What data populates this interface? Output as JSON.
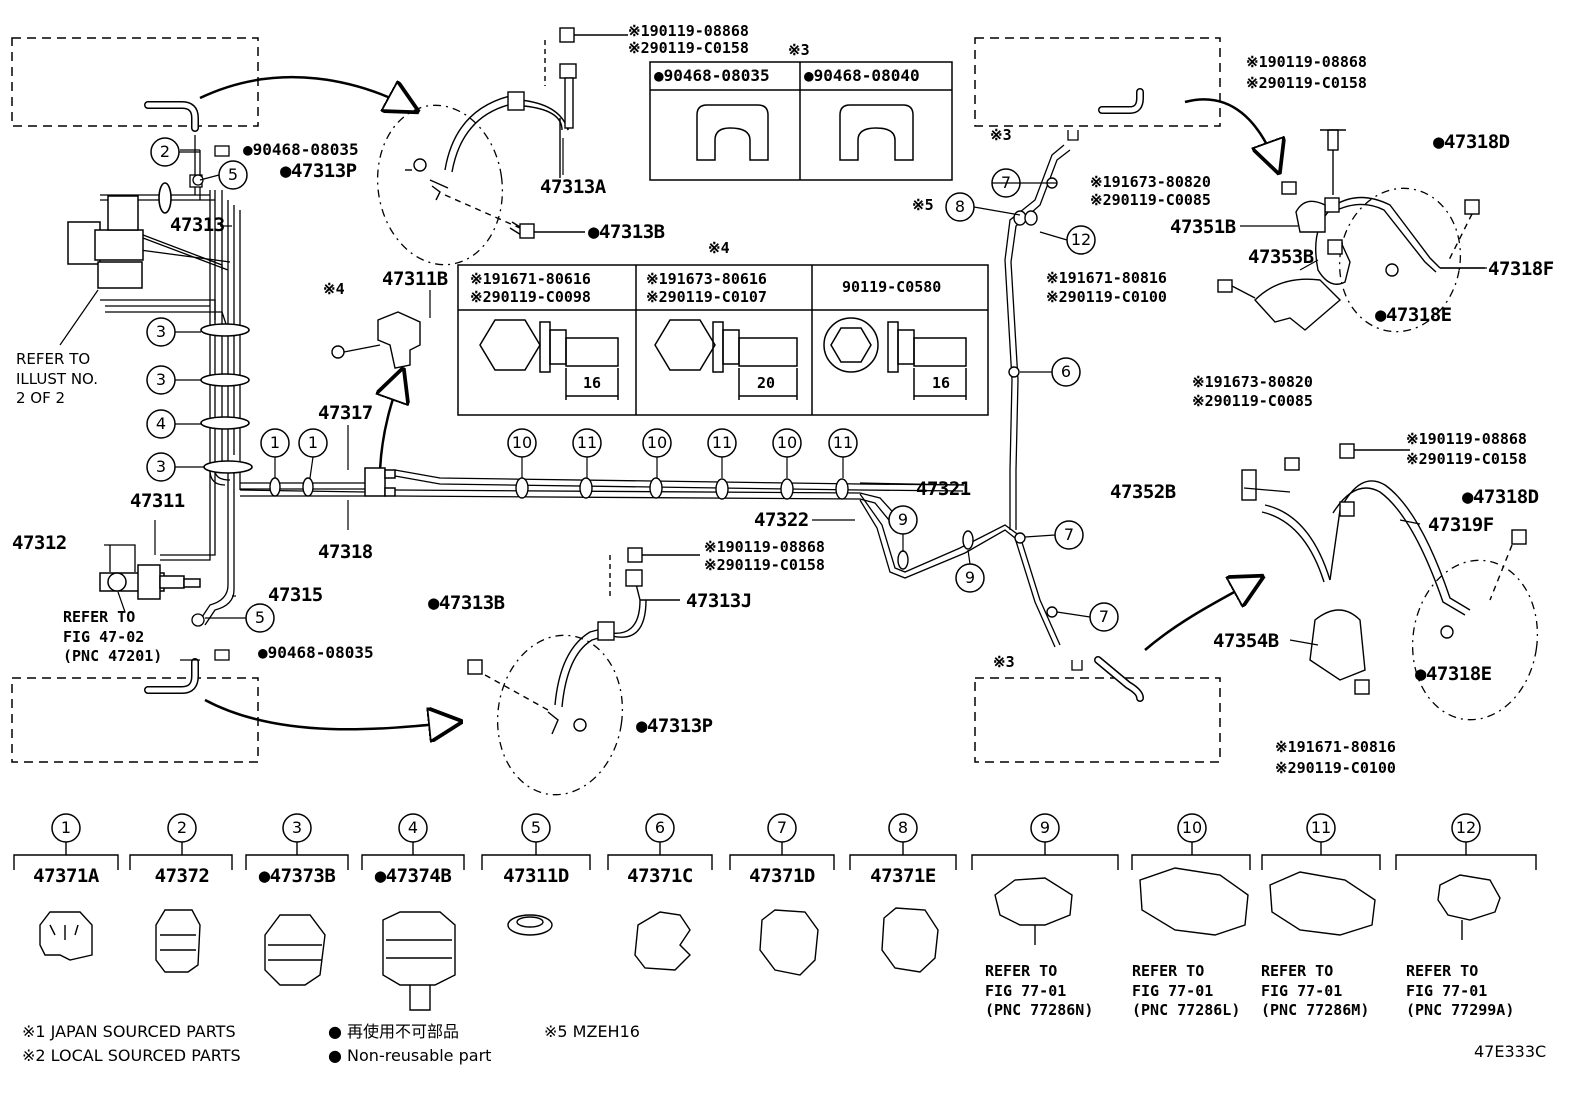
{
  "part_numbers": {
    "p47313": "47313",
    "p47313P_top": "●47313P",
    "p47313A": "47313A",
    "p47313B_top": "●47313B",
    "p47311B": "47311B",
    "p47317": "47317",
    "p47311": "47311",
    "p47312": "47312",
    "p47318": "47318",
    "p47315": "47315",
    "p47321": "47321",
    "p47322": "47322",
    "p47313B_bot": "●47313B",
    "p47313J": "47313J",
    "p47313P_bot": "●47313P",
    "p47351B": "47351B",
    "p47353B": "47353B",
    "p47318D_top": "●47318D",
    "p47318F": "47318F",
    "p47318E_top": "●47318E",
    "p47352B": "47352B",
    "p47319F": "47319F",
    "p47318D_bot": "●47318D",
    "p47354B": "47354B",
    "p47318E_bot": "●47318E",
    "clip_90468_top": "●90468-08035",
    "clip_90468_bot": "●90468-08035"
  },
  "bolt_callouts": {
    "tl_1": "※190119-08868",
    "tl_2": "※290119-C0158",
    "tr_1": "※190119-08868",
    "tr_2": "※290119-C0158",
    "r1_1": "※191673-80820",
    "r1_2": "※290119-C0085",
    "r2_1": "※191671-80816",
    "r2_2": "※290119-C0100",
    "r3_1": "※191673-80820",
    "r3_2": "※290119-C0085",
    "r4_1": "※190119-08868",
    "r4_2": "※290119-C0158",
    "r5_1": "※191671-80816",
    "r5_2": "※290119-C0100",
    "b1_1": "※190119-08868",
    "b1_2": "※290119-C0158"
  },
  "marks": {
    "x3_top": "※3",
    "x4_box": "※4",
    "x4_left": "※4",
    "x5": "※5",
    "x3_r_top": "※3",
    "x3_r_bot": "※3"
  },
  "clip_table": {
    "header_left": "●90468-08035",
    "header_right": "●90468-08040"
  },
  "bolt_table": {
    "col1_a": "※191671-80616",
    "col1_b": "※290119-C0098",
    "col2_a": "※191673-80616",
    "col2_b": "※290119-C0107",
    "col3": "90119-C0580",
    "dim1": "16",
    "dim2": "20",
    "dim3": "16"
  },
  "refer_notes": {
    "illust": "REFER TO\nILLUST NO.\n2 OF 2",
    "fig4702": "REFER TO\nFIG 47-02\n(PNC 47201)"
  },
  "diagram_numbers": {
    "n2": "2",
    "n5a": "5",
    "n3a": "3",
    "n3b": "3",
    "n4": "4",
    "n3c": "3",
    "n1a": "1",
    "n1b": "1",
    "n5b": "5",
    "n10a": "10",
    "n11a": "11",
    "n10b": "10",
    "n11b": "11",
    "n10c": "10",
    "n11c": "11",
    "n7a": "7",
    "n8": "8",
    "n12": "12",
    "n6": "6",
    "n9a": "9",
    "n9b": "9",
    "n7b": "7",
    "n7c": "7"
  },
  "legend_parts": [
    {
      "num": "1",
      "part": "47371A",
      "refer": ""
    },
    {
      "num": "2",
      "part": "47372",
      "refer": ""
    },
    {
      "num": "3",
      "part": "●47373B",
      "refer": ""
    },
    {
      "num": "4",
      "part": "●47374B",
      "refer": ""
    },
    {
      "num": "5",
      "part": "47311D",
      "refer": ""
    },
    {
      "num": "6",
      "part": "47371C",
      "refer": ""
    },
    {
      "num": "7",
      "part": "47371D",
      "refer": ""
    },
    {
      "num": "8",
      "part": "47371E",
      "refer": ""
    },
    {
      "num": "9",
      "part": "",
      "refer": "REFER TO\nFIG 77-01\n(PNC 77286N)"
    },
    {
      "num": "10",
      "part": "",
      "refer": "REFER TO\nFIG 77-01\n(PNC 77286L)"
    },
    {
      "num": "11",
      "part": "",
      "refer": "REFER TO\nFIG 77-01\n(PNC 77286M)"
    },
    {
      "num": "12",
      "part": "",
      "refer": "REFER TO\nFIG 77-01\n(PNC 77299A)"
    }
  ],
  "footer": {
    "note1": "※1 JAPAN SOURCED PARTS",
    "note2": "※2 LOCAL SOURCED PARTS",
    "note3": "● 再使用不可部品",
    "note4": "● Non-reusable part",
    "note5": "※5 MZEH16",
    "code": "47E333C"
  }
}
